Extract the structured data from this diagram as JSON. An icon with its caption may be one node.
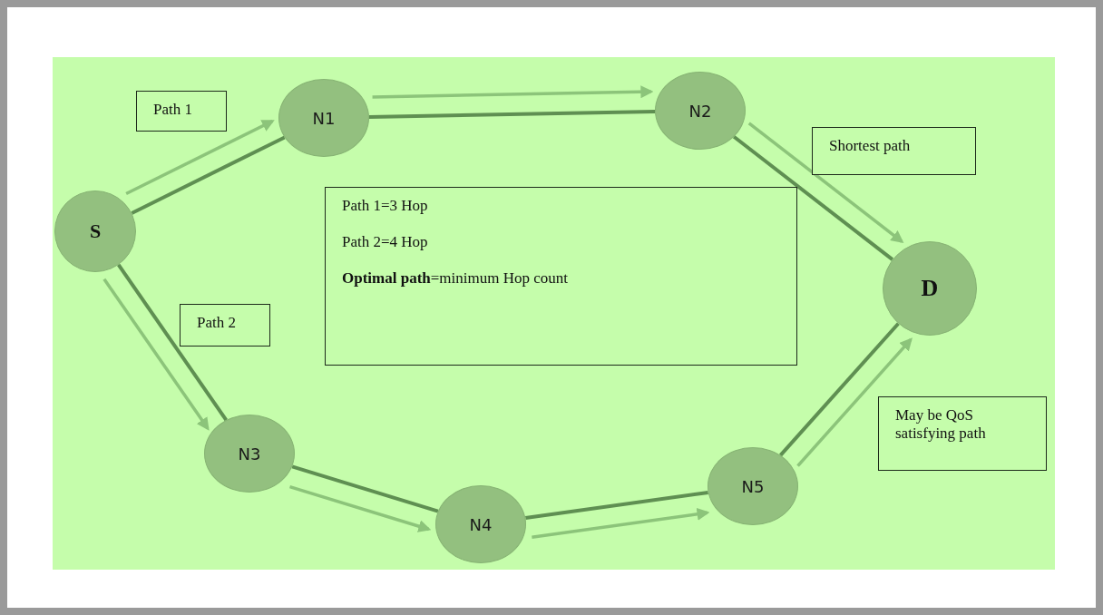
{
  "diagram": {
    "nodes": [
      {
        "text": [
          "S"
        ]
      },
      {
        "text": [
          "N1"
        ]
      },
      {
        "text": [
          "N2"
        ]
      },
      {
        "text": [
          "D"
        ]
      },
      {
        "text": [
          "N3"
        ]
      },
      {
        "text": [
          "N4"
        ]
      },
      {
        "text": [
          "N5"
        ]
      },
      {
        "text": [
          "Path 1"
        ]
      },
      {
        "text": [
          "Shortest path"
        ]
      },
      {
        "text": [
          "Path 1=3 Hop",
          "Path 2=4 Hop",
          "**Optimal path**=minimum Hop count"
        ]
      },
      {
        "text": [
          "Path 2"
        ]
      },
      {
        "text": [
          "May be QoS satisfying path"
        ]
      }
    ],
    "edges": [
      {
        "from": 0,
        "to": 1,
        "arrow": "none"
      },
      {
        "from": 1,
        "to": 2,
        "arrow": "none"
      },
      {
        "from": 2,
        "to": 3,
        "arrow": "none"
      },
      {
        "from": 0,
        "to": 4,
        "arrow": "none"
      },
      {
        "from": 4,
        "to": 5,
        "arrow": "none"
      },
      {
        "from": 5,
        "to": 6,
        "arrow": "none"
      },
      {
        "from": 6,
        "to": 3,
        "arrow": "none"
      },
      {
        "from": 0,
        "to": 1,
        "arrow": "to",
        "color": "#8cc47a"
      },
      {
        "from": 1,
        "to": 2,
        "arrow": "to",
        "color": "#8cc47a"
      },
      {
        "from": 2,
        "to": 3,
        "arrow": "to",
        "color": "#8cc47a"
      },
      {
        "from": 0,
        "to": 4,
        "arrow": "to",
        "color": "#8cc47a"
      },
      {
        "from": 4,
        "to": 5,
        "arrow": "to",
        "color": "#8cc47a"
      },
      {
        "from": 5,
        "to": 6,
        "arrow": "to",
        "color": "#8cc47a"
      },
      {
        "from": 6,
        "to": 3,
        "arrow": "to",
        "color": "#8cc47a"
      }
    ]
  }
}
